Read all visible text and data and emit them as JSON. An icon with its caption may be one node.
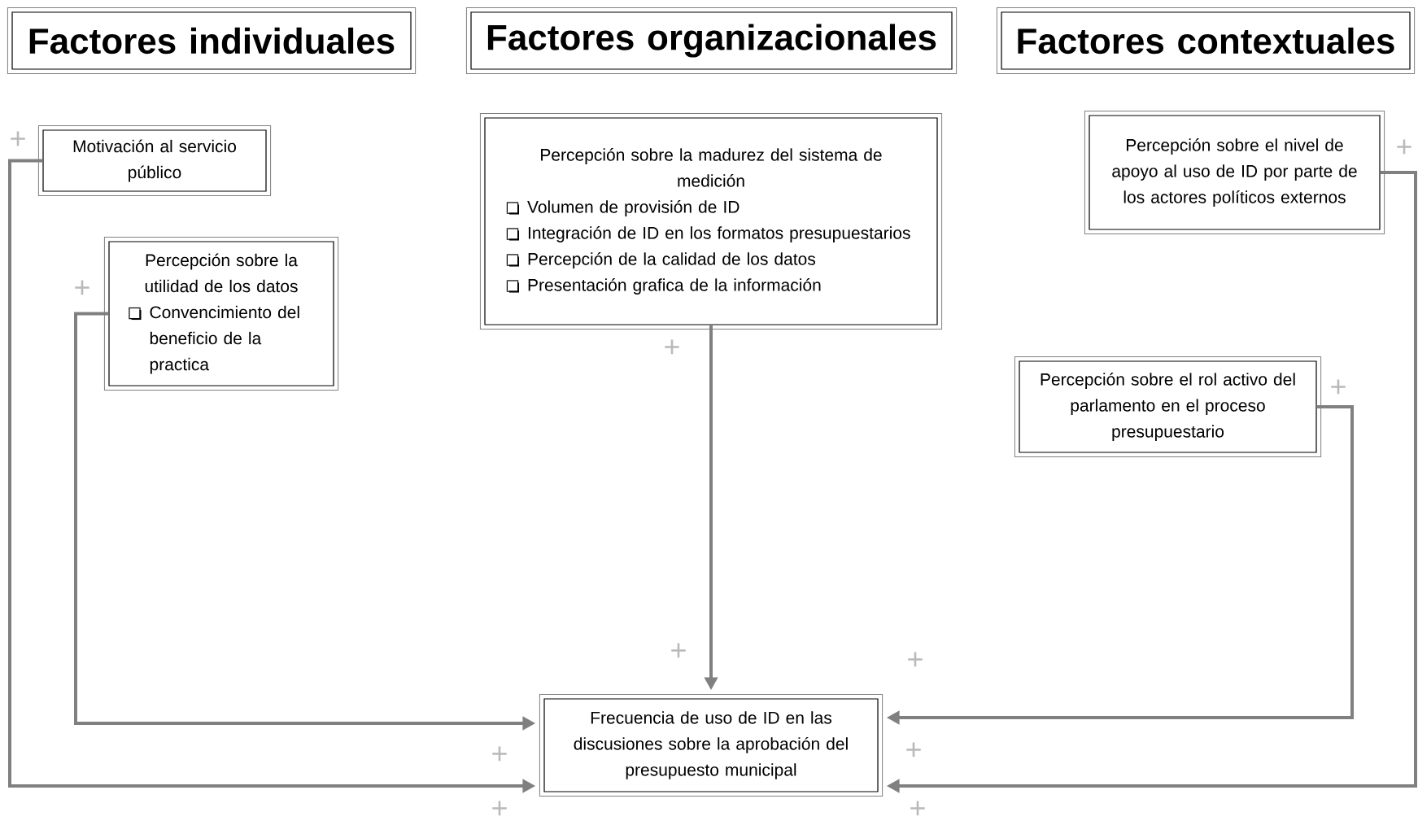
{
  "diagram": {
    "nodes": [
      {
        "text": [
          "Factores individuales"
        ]
      },
      {
        "text": [
          "Factores organizacionales"
        ]
      },
      {
        "text": [
          "Factores contextuales"
        ]
      },
      {
        "text": [
          "Motivación al servicio público"
        ]
      },
      {
        "text": [
          "Percepción sobre la utilidad de los datos",
          "Convencimiento del beneficio de la practica"
        ]
      },
      {
        "text": [
          "Percepción sobre la madurez del sistema de medición",
          "Volumen de provisión de ID",
          "Integración de ID en los formatos presupuestarios",
          "Percepción de la calidad de los datos",
          "Presentación grafica de la información"
        ]
      },
      {
        "text": [
          "Percepción sobre el nivel de apoyo al uso de ID por parte de los actores políticos externos"
        ]
      },
      {
        "text": [
          "Percepción sobre el rol activo del parlamento en el proceso presupuestario"
        ]
      },
      {
        "text": [
          "Frecuencia de uso de ID en las discusiones sobre la aprobación del presupuesto municipal"
        ]
      }
    ],
    "edges": [
      {
        "from": 3,
        "to": 8,
        "arrow": "to"
      },
      {
        "from": 4,
        "to": 8,
        "arrow": "to"
      },
      {
        "from": 5,
        "to": 8,
        "arrow": "to"
      },
      {
        "from": 6,
        "to": 8,
        "arrow": "to"
      },
      {
        "from": 7,
        "to": 8,
        "arrow": "to"
      }
    ],
    "labels": [
      "+",
      "+",
      "+",
      "+",
      "+",
      "+",
      "+",
      "+",
      "+",
      "+",
      "+"
    ]
  }
}
